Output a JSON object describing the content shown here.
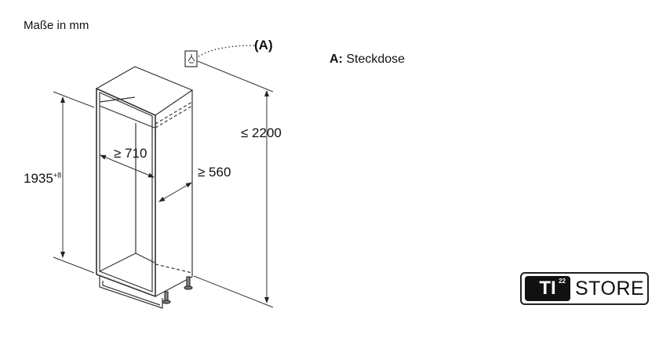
{
  "title": "Maße in mm",
  "legend": {
    "key": "A:",
    "text": "Steckdose"
  },
  "callout": "(A)",
  "dimensions": {
    "height_niche": "1935",
    "height_niche_tolerance": "+8",
    "width": "≥ 710",
    "depth": "≥ 560",
    "socket_height": "≤ 2200"
  },
  "logo": {
    "brand": "TI",
    "superscript": "22",
    "word": "STORE"
  }
}
